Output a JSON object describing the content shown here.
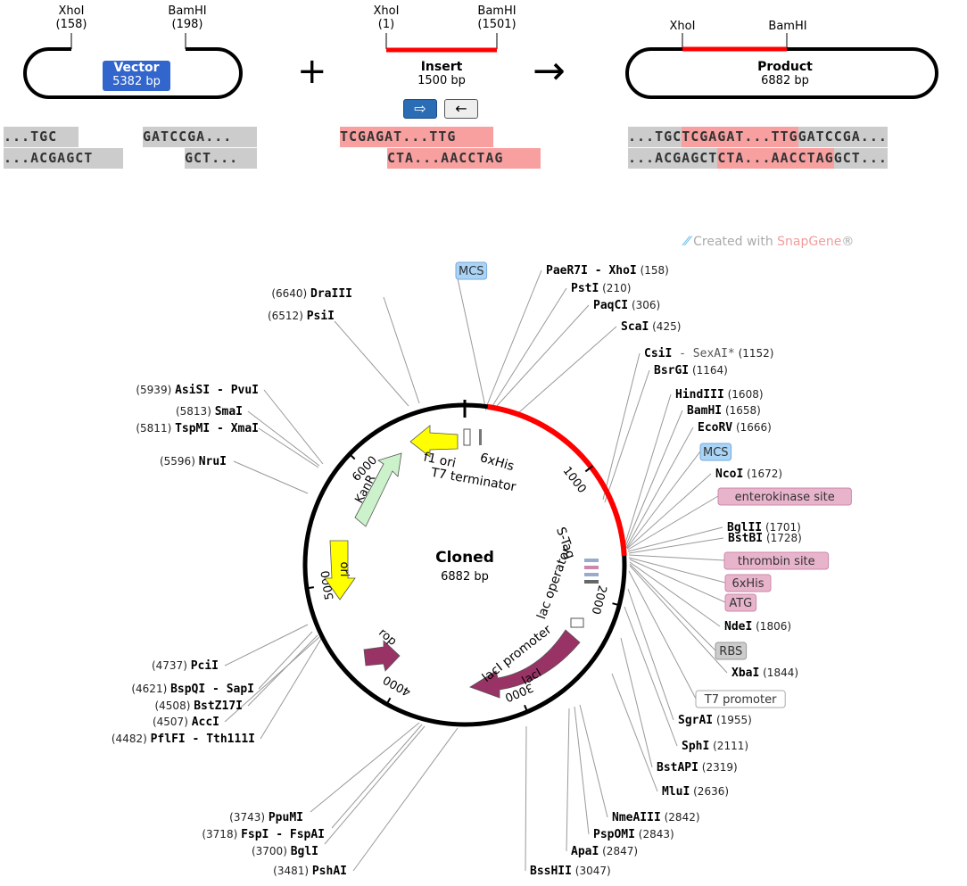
{
  "cloning": {
    "vector": {
      "site1_name": "XhoI",
      "site1_pos": "(158)",
      "site2_name": "BamHI",
      "site2_pos": "(198)",
      "label": "Vector",
      "size": "5382 bp",
      "seq_top_left": "...TGC",
      "seq_top_right": "GATCCGA...",
      "seq_bot_left": "...ACGAGCT",
      "seq_bot_right": "GCT..."
    },
    "plus": "+",
    "insert": {
      "site1_name": "XhoI",
      "site1_pos": "(1)",
      "site2_name": "BamHI",
      "site2_pos": "(1501)",
      "label": "Insert",
      "size": "1500 bp",
      "orient_forward": "⇨",
      "orient_reverse": "←",
      "seq_top": "TCGAGAT...TTG",
      "seq_bot": "CTA...AACCTAG"
    },
    "arrow": "→",
    "product": {
      "site1_name": "XhoI",
      "site2_name": "BamHI",
      "label": "Product",
      "size": "6882 bp",
      "seq_top_a": "...TGC",
      "seq_top_b": "TCGAGAT...TTG",
      "seq_top_c": "GATCCGA...",
      "seq_bot_a": "...ACGAGCT",
      "seq_bot_b": "CTA...AACCTAG",
      "seq_bot_c": "GCT..."
    }
  },
  "credit": {
    "prefix": "Created with ",
    "brand": "SnapGene",
    "suffix": "®"
  },
  "plasmid": {
    "name": "Cloned",
    "size": "6882 bp",
    "total_bp": 6882,
    "insert_range": [
      158,
      1659
    ],
    "tick_labels": [
      "1000",
      "2000",
      "3000",
      "4000",
      "5000",
      "6000"
    ],
    "features": [
      {
        "name": "f1 ori",
        "color": "#ffff00"
      },
      {
        "name": "KanR",
        "color": "#ccf2cc"
      },
      {
        "name": "ori",
        "color": "#ffff00"
      },
      {
        "name": "rop",
        "color": "#993366"
      },
      {
        "name": "lacI",
        "color": "#993366"
      },
      {
        "name": "lacI promoter",
        "color": "#ffffff"
      },
      {
        "name": "lac operator",
        "color": "#ffffff"
      },
      {
        "name": "S-Tag",
        "color": "#ffffff"
      },
      {
        "name": "6xHis",
        "color": "#ffffff"
      },
      {
        "name": "T7 terminator",
        "color": "#ffffff"
      }
    ],
    "left_sites": [
      {
        "pos": "(6640)",
        "name": "DraIII"
      },
      {
        "pos": "(6512)",
        "name": "PsiI"
      },
      {
        "pos": "(5939)",
        "name": "AsiSI - PvuI"
      },
      {
        "pos": "(5813)",
        "name": "SmaI"
      },
      {
        "pos": "(5811)",
        "name": "TspMI - XmaI"
      },
      {
        "pos": "(5596)",
        "name": "NruI"
      },
      {
        "pos": "(4737)",
        "name": "PciI"
      },
      {
        "pos": "(4621)",
        "name": "BspQI - SapI"
      },
      {
        "pos": "(4508)",
        "name": "BstZ17I"
      },
      {
        "pos": "(4507)",
        "name": "AccI"
      },
      {
        "pos": "(4482)",
        "name": "PflFI - Tth111I"
      },
      {
        "pos": "(3743)",
        "name": "PpuMI"
      },
      {
        "pos": "(3718)",
        "name": "FspI - FspAI"
      },
      {
        "pos": "(3700)",
        "name": "BglI"
      },
      {
        "pos": "(3481)",
        "name": "PshAI"
      }
    ],
    "right_sites": [
      {
        "name": "PaeR7I - XhoI",
        "pos": "(158)"
      },
      {
        "name": "PstI",
        "pos": "(210)"
      },
      {
        "name": "PaqCI",
        "pos": "(306)"
      },
      {
        "name": "ScaI",
        "pos": "(425)"
      },
      {
        "name": "CsiI",
        "extra": " - SexAI*",
        "pos": "(1152)"
      },
      {
        "name": "BsrGI",
        "pos": "(1164)"
      },
      {
        "name": "HindIII",
        "pos": "(1608)"
      },
      {
        "name": "BamHI",
        "pos": "(1658)"
      },
      {
        "name": "EcoRV",
        "pos": "(1666)"
      },
      {
        "name": "NcoI",
        "pos": "(1672)"
      },
      {
        "name": "BglII",
        "pos": "(1701)"
      },
      {
        "name": "BstBI",
        "pos": "(1728)"
      },
      {
        "name": "NdeI",
        "pos": "(1806)"
      },
      {
        "name": "XbaI",
        "pos": "(1844)"
      },
      {
        "name": "SgrAI",
        "pos": "(1955)"
      },
      {
        "name": "SphI",
        "pos": "(2111)"
      },
      {
        "name": "BstAPI",
        "pos": "(2319)"
      },
      {
        "name": "MluI",
        "pos": "(2636)"
      },
      {
        "name": "NmeAIII",
        "pos": "(2842)"
      },
      {
        "name": "PspOMI",
        "pos": "(2843)"
      },
      {
        "name": "ApaI",
        "pos": "(2847)"
      },
      {
        "name": "BssHII",
        "pos": "(3047)"
      }
    ],
    "tags": [
      {
        "text": "MCS",
        "style": "blue"
      },
      {
        "text": "MCS",
        "style": "blue"
      },
      {
        "text": "enterokinase site",
        "style": "pink"
      },
      {
        "text": "thrombin site",
        "style": "pink"
      },
      {
        "text": "6xHis",
        "style": "pink"
      },
      {
        "text": "ATG",
        "style": "pink"
      },
      {
        "text": "RBS",
        "style": "gray"
      },
      {
        "text": "T7 promoter",
        "style": "white"
      }
    ],
    "colors": {
      "backbone": "#000000",
      "insert": "#ff0000",
      "label_line": "#999999"
    }
  }
}
